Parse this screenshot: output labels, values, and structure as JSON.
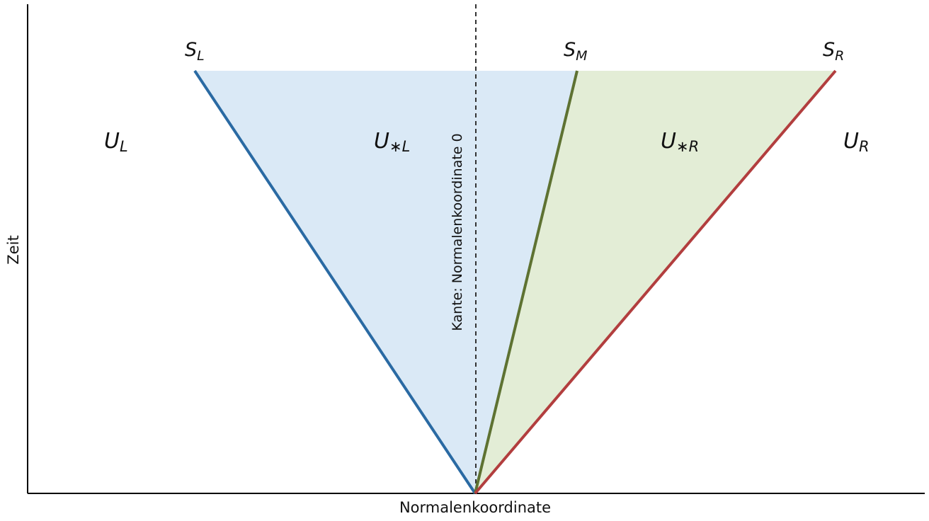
{
  "diagram": {
    "x_axis_label": "Normalenkoordinate",
    "y_axis_label": "Zeit",
    "edge_label": "Kante: Normalenkoordinate 0",
    "waves": [
      {
        "id": "left",
        "base": "S",
        "sub": "L",
        "color": "#2a6aa3"
      },
      {
        "id": "middle",
        "base": "S",
        "sub": "M",
        "color": "#5e7232"
      },
      {
        "id": "right",
        "base": "S",
        "sub": "R",
        "color": "#b23e3e"
      }
    ],
    "states": [
      {
        "id": "u-l",
        "base": "U",
        "sub": "L"
      },
      {
        "id": "u-star-l",
        "base": "U",
        "sub": "∗L"
      },
      {
        "id": "u-star-r",
        "base": "U",
        "sub": "∗R"
      },
      {
        "id": "u-r",
        "base": "U",
        "sub": "R"
      }
    ],
    "colors": {
      "star_left_fill": "#dae9f6",
      "star_right_fill": "#e3edd6",
      "axis": "#000000",
      "edge_line": "#333333"
    }
  }
}
